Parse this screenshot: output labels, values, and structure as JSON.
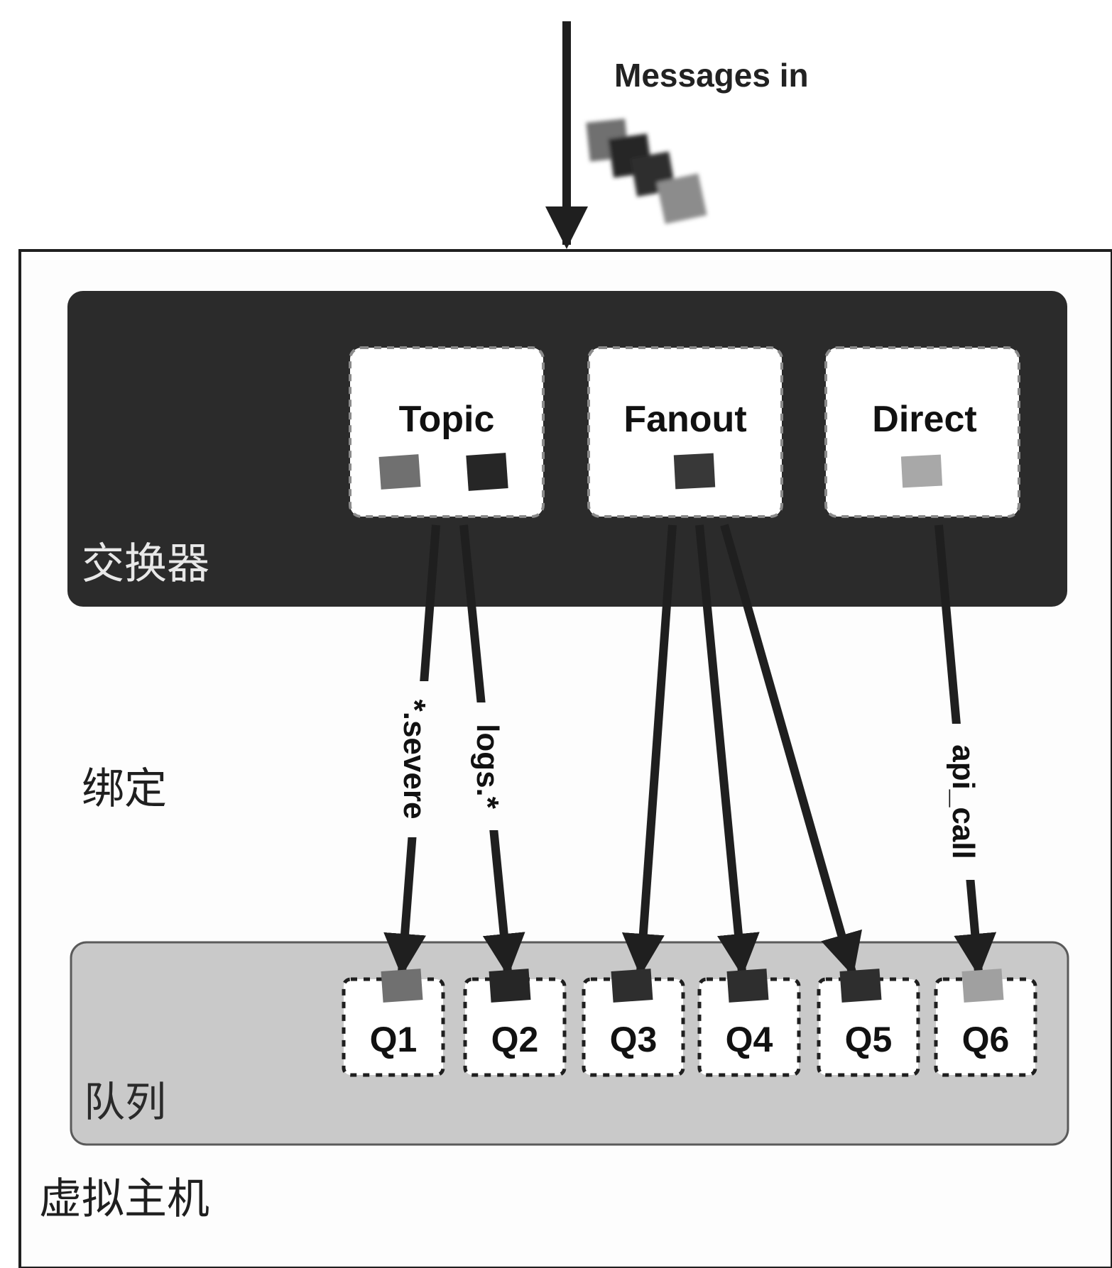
{
  "incoming": {
    "label": "Messages in"
  },
  "vhost": {
    "label": "虚拟主机"
  },
  "exchanges": {
    "label": "交换器",
    "items": [
      {
        "label": "Topic"
      },
      {
        "label": "Fanout"
      },
      {
        "label": "Direct"
      }
    ]
  },
  "bindings": {
    "label": "绑定",
    "routing_keys": [
      "*.severe",
      "logs.*",
      "api_call"
    ]
  },
  "queues": {
    "label": "队列",
    "items": [
      "Q1",
      "Q2",
      "Q3",
      "Q4",
      "Q5",
      "Q6"
    ]
  },
  "colors": {
    "exchange_panel": "#2b2b2b",
    "queue_panel": "#c9c9c9",
    "arrow": "#1f1f1f",
    "message_mid": "#707070",
    "message_dark": "#262626",
    "message_light": "#a8a8a8"
  }
}
